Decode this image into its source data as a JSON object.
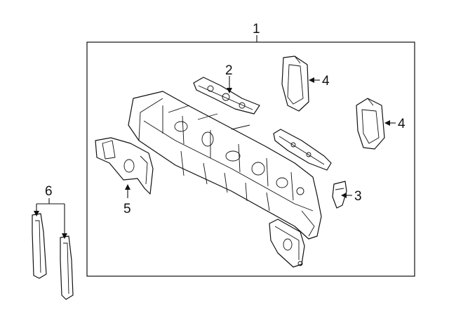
{
  "callouts": {
    "c1": "1",
    "c2": "2",
    "c3": "3",
    "c4a": "4",
    "c4b": "4",
    "c5": "5",
    "c6": "6"
  }
}
